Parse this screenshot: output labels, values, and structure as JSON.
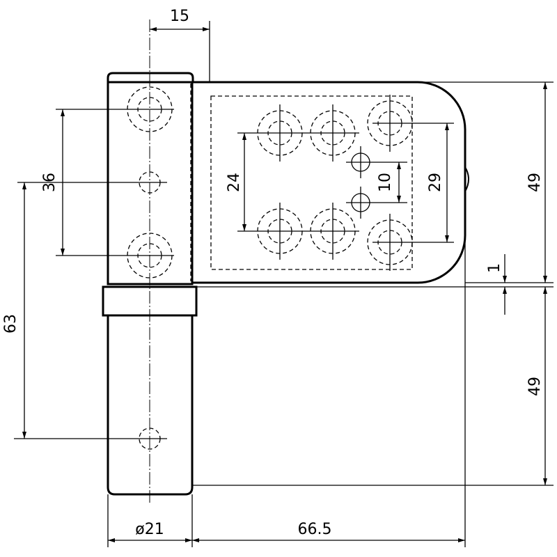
{
  "drawing": {
    "title": "Hinge technical drawing",
    "dimensions": {
      "pin_offset": "15",
      "knuckle_hole_spacing": "36",
      "lower_hole_distance": "63",
      "leaf_hole_spacing": "24",
      "small_hole_spacing": "10",
      "outer_hole_spacing": "29",
      "upper_height": "49",
      "gap": "1",
      "lower_height": "49",
      "barrel_diameter": "ø21",
      "leaf_length": "66.5"
    }
  }
}
